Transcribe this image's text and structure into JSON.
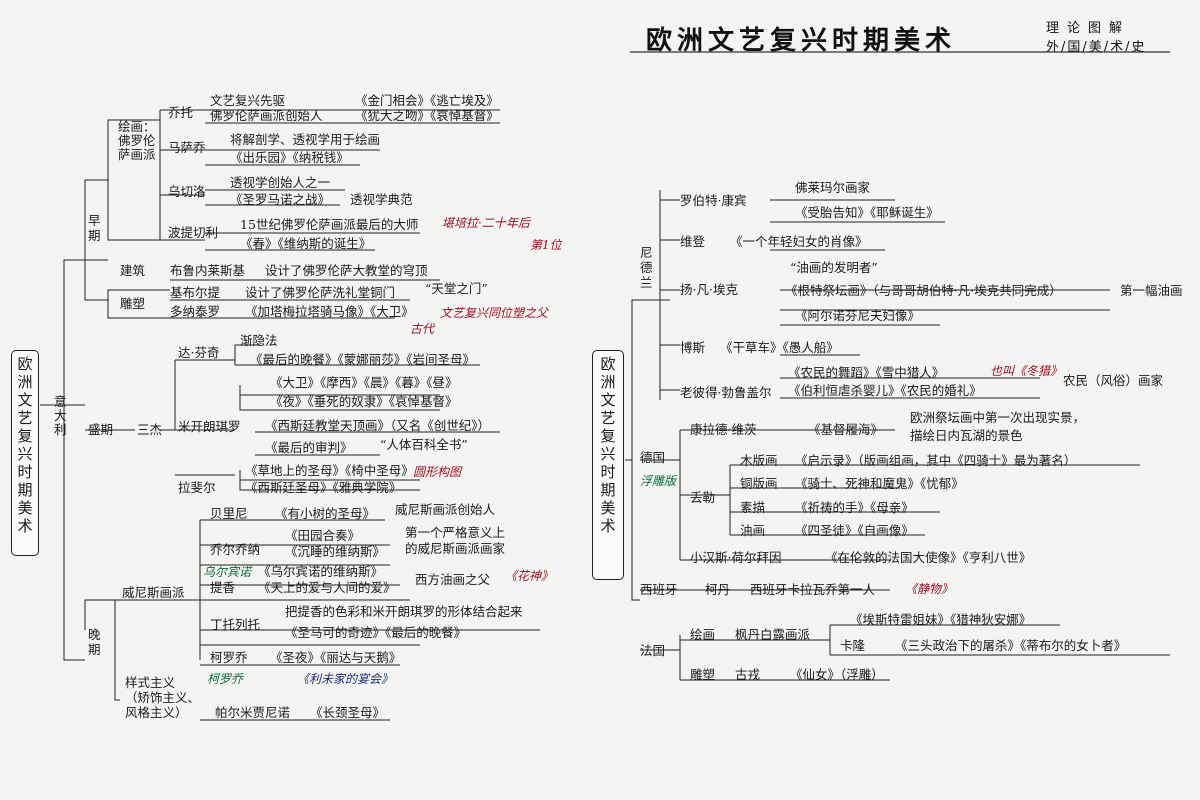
{
  "header": {
    "title": "欧洲文艺复兴时期美术",
    "subtitle_top": "理论图解",
    "subtitle_bottom": "外/国/美/术/史"
  },
  "left_map": {
    "root": [
      "欧",
      "洲",
      "文",
      "艺",
      "复",
      "兴",
      "时",
      "期",
      "美",
      "术"
    ],
    "country": "意大利",
    "period_early": "早期",
    "period_high": "盛期",
    "period_late": "晚期",
    "painting_florence": "绘画：佛罗伦萨画派",
    "giotto": "乔托",
    "giotto_desc1": "文艺复兴先驱",
    "giotto_desc2": "佛罗伦萨画派创始人",
    "giotto_works1": "《金门相会》《逃亡埃及》",
    "giotto_works2": "《犹大之吻》《哀悼基督》",
    "masaccio": "马萨乔",
    "masaccio_desc": "将解剖学、透视学用于绘画",
    "masaccio_works": "《出乐园》《纳税钱》",
    "uccello": "乌切洛",
    "uccello_desc": "透视学创始人之一",
    "uccello_works": "《圣罗马诺之战》",
    "uccello_note": "透视学典范",
    "botticelli": "波提切利",
    "botticelli_desc": "15世纪佛罗伦萨画派最后的大师",
    "botticelli_works": "《春》《维纳斯的诞生》",
    "architecture": "建筑",
    "brunelleschi": "布鲁内莱斯基",
    "brunelleschi_desc": "设计了佛罗伦萨大教堂的穹顶",
    "sculpture": "雕塑",
    "ghiberti": "基布尔提",
    "ghiberti_desc": "设计了佛罗伦萨洗礼堂铜门",
    "ghiberti_note": "“天堂之门”",
    "donatello": "多纳泰罗",
    "donatello_works": "《加塔梅拉塔骑马像》《大卫》",
    "three_masters": "三杰",
    "leonardo": "达·芬奇",
    "leonardo_desc": "渐隐法",
    "leonardo_works": "《最后的晚餐》《蒙娜丽莎》《岩间圣母》",
    "michelangelo": "米开朗琪罗",
    "michelangelo_works1": "《大卫》《摩西》《晨》《暮》《昼》",
    "michelangelo_works2": "《夜》《垂死的奴隶》《哀悼基督》",
    "michelangelo_works3": "《西斯廷教堂天顶画》（又名《创世纪》）",
    "michelangelo_works4": "《最后的审判》",
    "michelangelo_note": "“人体百科全书”",
    "raphael": "拉斐尔",
    "raphael_works1": "《草地上的圣母》《椅中圣母》",
    "raphael_works2": "《西斯廷圣母》《雅典学院》",
    "venetian": "威尼斯画派",
    "bellini": "贝里尼",
    "bellini_works": "《有小树的圣母》",
    "bellini_note": "威尼斯画派创始人",
    "giorgione": "乔尔乔纳",
    "giorgione_works1": "《田园合奏》",
    "giorgione_works2": "《沉睡的维纳斯》",
    "giorgione_note1": "第一个严格意义上",
    "giorgione_note2": "的威尼斯画派画家",
    "titian": "提香",
    "titian_works1": "《乌尔宾诺的维纳斯》",
    "titian_works2": "《天上的爱与人间的爱》",
    "titian_note": "西方油画之父",
    "tintoretto": "丁托列托",
    "tintoretto_desc": "把提香的色彩和米开朗琪罗的形体结合起来",
    "tintoretto_works": "《圣马可的奇迹》《最后的晚餐》",
    "veronese": "柯罗乔",
    "veronese_works": "《圣夜》《丽达与天鹅》",
    "mannerism1": "样式主义",
    "mannerism2": "（矫饰主义、",
    "mannerism3": "风格主义）",
    "parmigianino": "帕尔米贾尼诺",
    "parmigianino_works": "《长颈圣母》"
  },
  "right_map": {
    "root": [
      "欧",
      "洲",
      "文",
      "艺",
      "复",
      "兴",
      "时",
      "期",
      "美",
      "术"
    ],
    "netherlands": "尼德兰",
    "campin": "罗伯特·康宾",
    "campin_desc": "佛莱玛尔画家",
    "campin_works": "《受胎告知》《耶稣诞生》",
    "weyden": "维登",
    "weyden_works": "《一个年轻妇女的肖像》",
    "eyck": "扬·凡·埃克",
    "eyck_note": "“油画的发明者”",
    "eyck_works1": "《根特祭坛画》（与哥哥胡伯特·凡·埃克共同完成）",
    "eyck_works2": "《阿尔诺芬尼夫妇像》",
    "eyck_first": "第一幅油画",
    "bosch": "博斯",
    "bosch_works": "《干草车》《愚人船》",
    "bruegel": "老彼得·勃鲁盖尔",
    "bruegel_works1": "《农民的舞蹈》《雪中猎人》",
    "bruegel_works2": "《伯利恒虐杀婴儿》《农民的婚礼》",
    "bruegel_note": "农民（风俗）画家",
    "germany": "德国",
    "witz": "康拉德·维茨",
    "witz_works": "《基督履海》",
    "witz_note1": "欧洲祭坛画中第一次出现实景，",
    "witz_note2": "描绘日内瓦湖的景色",
    "durer": "丢勒",
    "woodcut": "木版画",
    "woodcut_works": "《启示录》（版画组画，其中《四骑士》最为著名）",
    "copper": "铜版画",
    "copper_works": "《骑士、死神和魔鬼》《忧郁》",
    "drawing": "素描",
    "drawing_works": "《祈祷的手》《母亲》",
    "oil": "油画",
    "oil_works": "《四圣徒》《自画像》",
    "holbein": "小汉斯·荷尔拜因",
    "holbein_works": "《在伦敦的法国大使像》《亨利八世》",
    "spain": "西班牙",
    "coello": "柯丹",
    "coello_desc": "西班牙卡拉瓦乔第一人",
    "france": "法国",
    "painting": "绘画",
    "fontainebleau": "枫丹白露画派",
    "fb_works": "《埃斯特雷姐妹》《猎神狄安娜》",
    "clouet": "卡隆",
    "clouet_works": "《三头政治下的屠杀》《蒂布尔的女卜者》",
    "sculpture": "雕塑",
    "goujon": "古戎",
    "goujon_works": "《仙女》（浮雕）"
  },
  "handwritten": {
    "h1": "堪培拉·二十年后",
    "h2": "第1位",
    "h3": "文艺复兴同位塑之父",
    "h4": "古代",
    "h5": "圆形构图",
    "h6": "乌尔宾诺",
    "h7": "《花神》",
    "h8": "柯罗乔",
    "h9": "《利未家的宴会》",
    "h10": "也叫《冬猎》",
    "h11": "浮雕版",
    "h12": "《静物》"
  }
}
